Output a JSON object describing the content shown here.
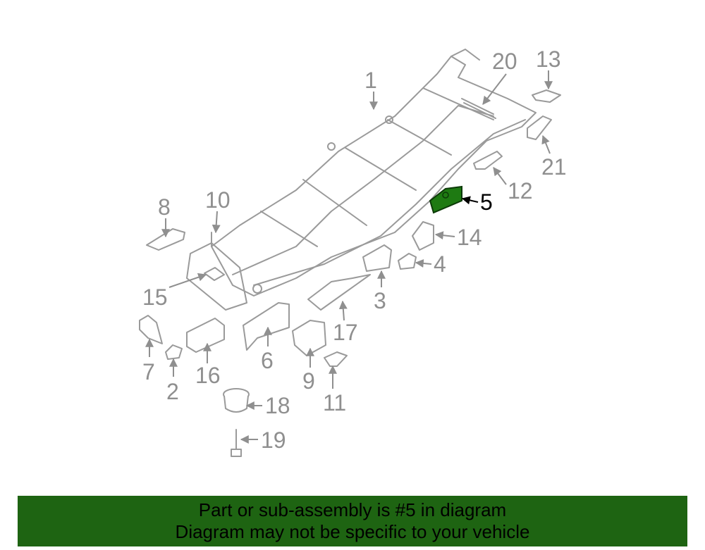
{
  "colors": {
    "highlight": "#1e7a12",
    "banner": "#1e6412",
    "line": "#9a9a9a"
  },
  "highlighted_part": "5",
  "callouts": [
    "1",
    "2",
    "3",
    "4",
    "5",
    "6",
    "7",
    "8",
    "9",
    "10",
    "11",
    "12",
    "13",
    "14",
    "15",
    "16",
    "17",
    "18",
    "19",
    "20",
    "21"
  ],
  "banner": {
    "line1": "Part or sub-assembly is #5 in diagram",
    "line2": "Diagram may not be specific to your vehicle"
  }
}
